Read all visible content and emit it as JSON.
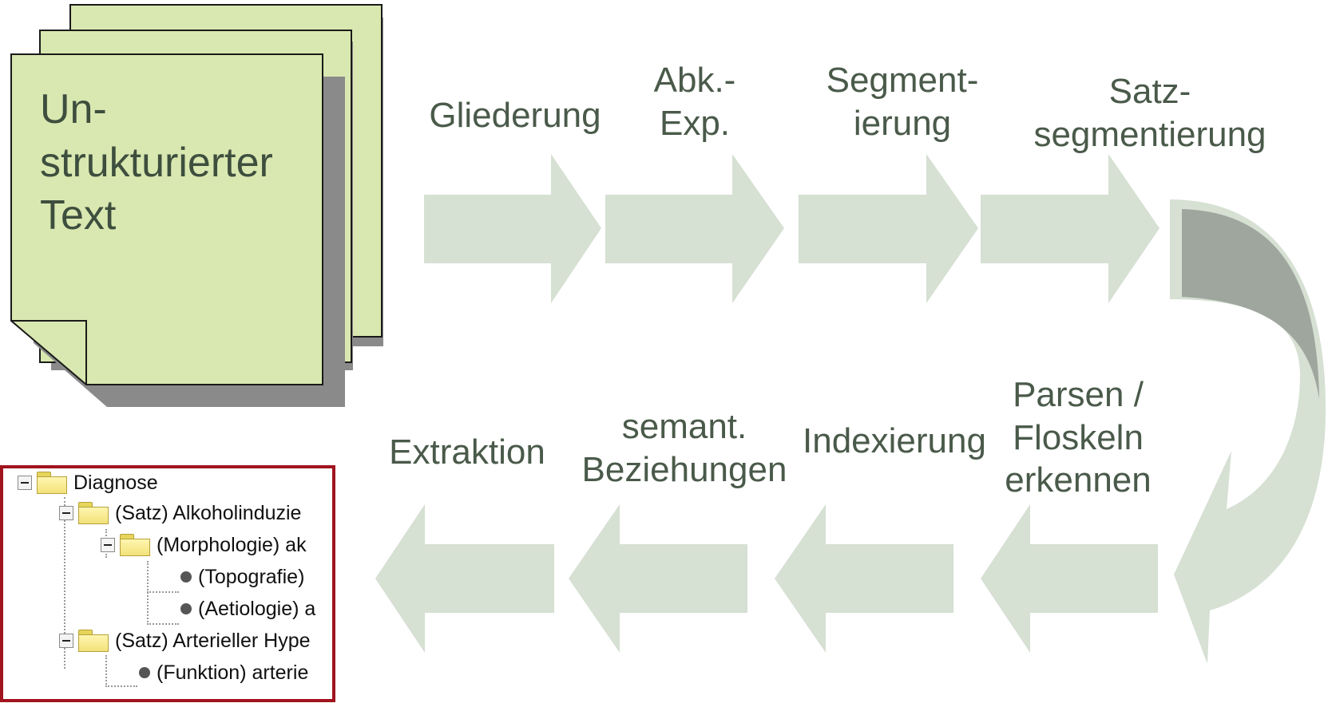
{
  "document": {
    "lines": [
      "Un-",
      "strukturierter",
      "Text"
    ],
    "fill_color": "#d9e8b0",
    "shadow_color": "#8a8a8a"
  },
  "top_steps": [
    {
      "lines": [
        "Gliederung"
      ]
    },
    {
      "lines": [
        "Abk.-",
        "Exp."
      ]
    },
    {
      "lines": [
        "Segment-",
        "ierung"
      ]
    },
    {
      "lines": [
        "Satz-",
        "segmentierung"
      ]
    }
  ],
  "bottom_steps": [
    {
      "lines": [
        "Parsen /",
        "Floskeln",
        "erkennen"
      ]
    },
    {
      "lines": [
        "Indexierung"
      ]
    },
    {
      "lines": [
        "semant.",
        "Beziehungen"
      ]
    },
    {
      "lines": [
        "Extraktion"
      ]
    }
  ],
  "colors": {
    "arrow": "#d6e0d3",
    "curve_dark": "#9ea69e",
    "label_text": "#4a5a4a",
    "tree_border": "#a0141e"
  },
  "tree": {
    "rows": [
      {
        "text": "Diagnose"
      },
      {
        "text": "(Satz) Alkoholinduzie"
      },
      {
        "text": "(Morphologie) ak"
      },
      {
        "text": "(Topografie)"
      },
      {
        "text": "(Aetiologie) a"
      },
      {
        "text": "(Satz) Arterieller Hype"
      },
      {
        "text": "(Funktion) arterie"
      }
    ]
  }
}
